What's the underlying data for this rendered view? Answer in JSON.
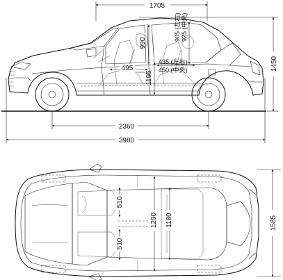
{
  "side_view": {
    "overall_length": "3980",
    "height": "1450",
    "wheelbase": "2360",
    "roof_length": "1705",
    "front_headroom": "990",
    "rear_headroom_side": "905",
    "rear_headroom_side_note": "(左右)",
    "rear_headroom_center": "925",
    "rear_headroom_center_note": "(中央)",
    "seat_to_floor": "495",
    "rear_seat_height": "1195",
    "rear_seat_side": "435",
    "rear_seat_side_note": "(左右)",
    "rear_seat_center": "450",
    "rear_seat_center_note": "(中央)"
  },
  "top_view": {
    "overall_width": "1585",
    "cabin_width": "1290",
    "interior_width": "1180",
    "front_seat_width": "510",
    "rear_seat_width": "510"
  }
}
